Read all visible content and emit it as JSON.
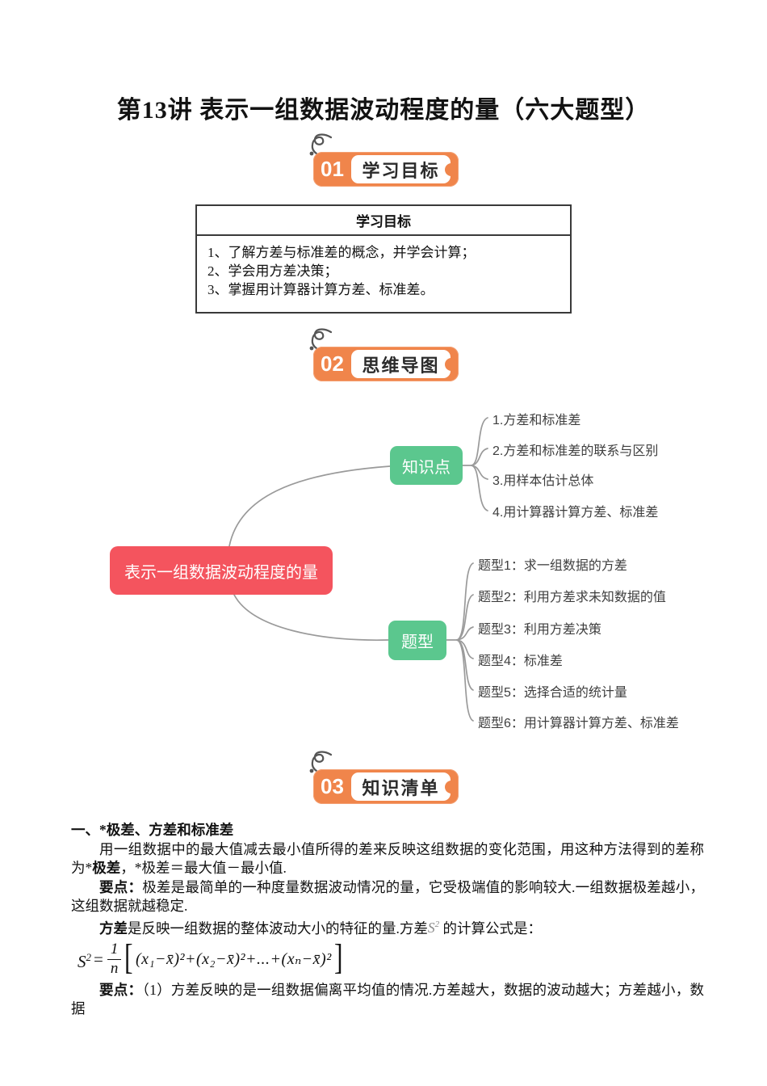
{
  "page": {
    "title": "第13讲 表示一组数据波动程度的量（六大题型）"
  },
  "colors": {
    "badge_orange": "#F0854B",
    "root_node_red": "#F4545E",
    "branch_node_green": "#5BC78E",
    "connector_gray": "#9A9A9A"
  },
  "icons": {
    "badge_doodle": "curl-scribble-icon"
  },
  "sections": [
    {
      "number": "01",
      "label": "学习目标"
    },
    {
      "number": "02",
      "label": "思维导图"
    },
    {
      "number": "03",
      "label": "知识清单"
    }
  ],
  "goals_table": {
    "header": "学习目标",
    "items": [
      "1、了解方差与标准差的概念，并学会计算；",
      "2、学会用方差决策；",
      "3、掌握用计算器计算方差、标准差。"
    ]
  },
  "mindmap": {
    "root": "表示一组数据波动程度的量",
    "branches": [
      {
        "label": "知识点",
        "children": [
          "1.方差和标准差",
          "2.方差和标准差的联系与区别",
          "3.用样本估计总体",
          "4.用计算器计算方差、标准差"
        ]
      },
      {
        "label": "题型",
        "children": [
          "题型1：求一组数据的方差",
          "题型2：利用方差求未知数据的值",
          "题型3：利用方差决策",
          "题型4：标准差",
          "题型5：选择合适的统计量",
          "题型6：用计算器计算方差、标准差"
        ]
      }
    ]
  },
  "knowledge": {
    "heading": "一、*极差、方差和标准差",
    "p1_text": "用一组数据中的最大值减去最小值所得的差来反映这组数据的变化范围，用这种方法得到的差称为*",
    "p1_bold": "极差",
    "p1_rest": "，*极差＝最大值－最小值.",
    "p2_bold": "要点：",
    "p2_text": "极差是最简单的一种度量数据波动情况的量，它受极端值的影响较大.一组数据极差越小，这组数据就越稳定.",
    "p3_bold": "方差",
    "p3_text": "是反映一组数据的整体波动大小的特征的量.方差",
    "p3_sref": "S",
    "p3_sref_sup": "2",
    "p3_rest": " 的计算公式是：",
    "formula": {
      "lhs": "S",
      "lhs_sup": "2",
      "eq": "=",
      "num": "1",
      "den": "n",
      "lbracket": "[",
      "body": "(x₁−x̄)²+(x₂−x̄)²+...+(xₙ−x̄)²",
      "rbracket": "]"
    },
    "p4_bold": "要点：",
    "p4_text": "（1）方差反映的是一组数据偏离平均值的情况.方差越大，数据的波动越大；方差越小，数据"
  }
}
